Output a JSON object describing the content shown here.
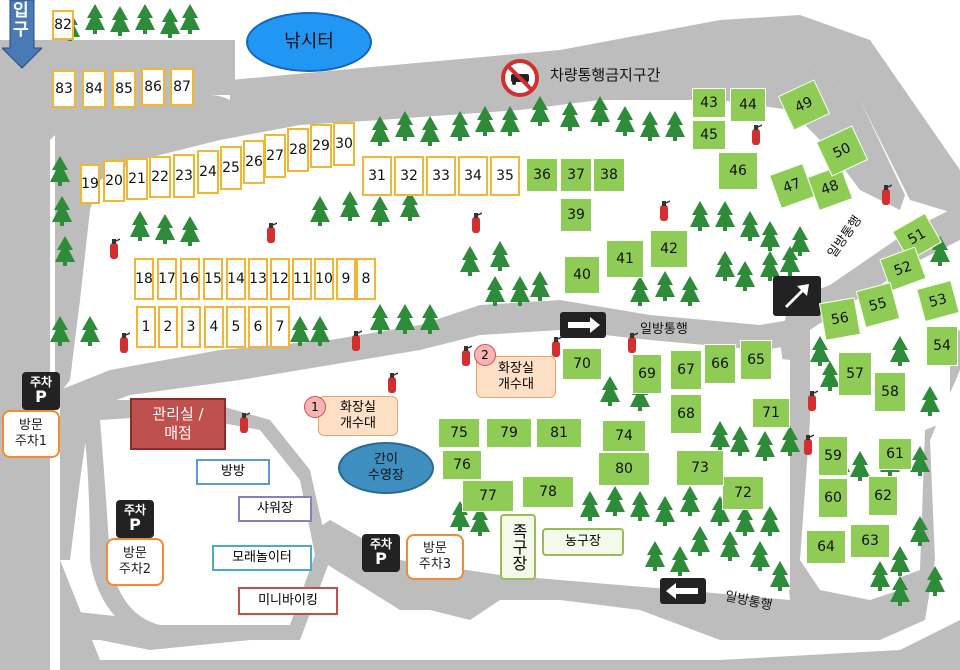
{
  "labels": {
    "entrance": "입구",
    "fishing": "낚시터",
    "no_vehicle": "차량통행금지구간",
    "one_way_1": "일방통행",
    "one_way_2": "일방통행",
    "one_way_3": "일방통행",
    "office": "관리실 /\n매점",
    "pool": "간이\n수영장",
    "toilet1": "화장실\n개수대",
    "toilet2": "화장실\n개수대",
    "toilet1_num": "1",
    "toilet2_num": "2",
    "room": "방방",
    "shower": "샤워장",
    "sand": "모래놀이터",
    "minibike": "미니바이킹",
    "jokgu": "족구장",
    "basketball": "농구장",
    "parking_top": "주차",
    "parking_p": "P",
    "visitor1": "방문\n주차1",
    "visitor2": "방문\n주차2",
    "visitor3": "방문\n주차3"
  },
  "colors": {
    "road": "#bdbdbd",
    "yellow_border": "#f2b632",
    "green_site": "#8ecc56",
    "office": "#c0504d",
    "pool": "#3e8fc0",
    "fishing": "#2196f3",
    "tree": "#2e8b3a"
  },
  "yellow_sites": [
    "82",
    "83",
    "84",
    "85",
    "86",
    "87",
    "19",
    "20",
    "21",
    "22",
    "23",
    "24",
    "25",
    "26",
    "27",
    "28",
    "29",
    "30",
    "31",
    "32",
    "33",
    "34",
    "35",
    "18",
    "17",
    "16",
    "15",
    "14",
    "13",
    "12",
    "11",
    "10",
    "9",
    "8",
    "1",
    "2",
    "3",
    "4",
    "5",
    "6",
    "7"
  ],
  "green_sites": [
    "36",
    "37",
    "38",
    "39",
    "40",
    "41",
    "42",
    "43",
    "44",
    "45",
    "46",
    "47",
    "48",
    "49",
    "50",
    "51",
    "52",
    "53",
    "54",
    "55",
    "56",
    "57",
    "58",
    "59",
    "60",
    "61",
    "62",
    "63",
    "64",
    "65",
    "66",
    "67",
    "68",
    "69",
    "70",
    "71",
    "72",
    "73",
    "74",
    "75",
    "76",
    "77",
    "78",
    "79",
    "80",
    "81"
  ]
}
